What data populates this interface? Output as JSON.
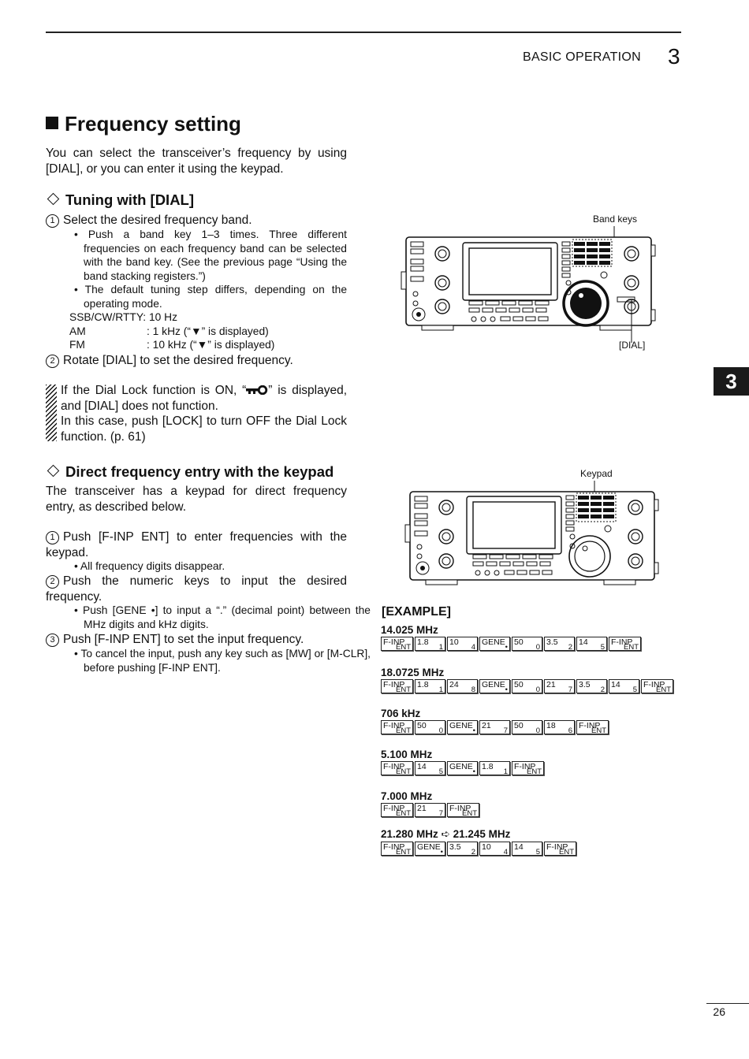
{
  "header": {
    "section_title": "BASIC OPERATION",
    "chapter_number": "3"
  },
  "side_tab": "3",
  "heading": "Frequency setting",
  "intro": "You can select the transceiver’s frequency by using [DIAL], or you can enter it using the keypad.",
  "tuning": {
    "title": "Tuning with [DIAL]",
    "step1": "Select the desired frequency band.",
    "step1_bullet1": "Push a band key 1–3 times. Three different frequencies on each frequency band can be selected with the band key. (See the previous page “Using the band stacking registers.”)",
    "step1_bullet2": "The default tuning step differs, depending on the operating mode.",
    "mode_rows": [
      {
        "mode": "SSB/CW/RTTY",
        "value": ": 10 Hz"
      },
      {
        "mode": "AM",
        "value": ": 1 kHz (“▼” is displayed)"
      },
      {
        "mode": "FM",
        "value": ": 10 kHz (“▼” is displayed)"
      }
    ],
    "step2": "Rotate [DIAL] to set the desired frequency.",
    "note_line1a": "If the Dial Lock function is ON, “",
    "note_line1b": "” is displayed, and [DIAL] does not function.",
    "note_line2": "In this case, push [LOCK] to turn OFF the Dial Lock function. (p. 61)"
  },
  "direct": {
    "title": "Direct frequency entry with the keypad",
    "intro": "The transceiver has a keypad for direct frequency entry, as described below.",
    "step1": "Push [F-INP ENT] to enter frequencies with the keypad.",
    "step1_bullet": "All frequency digits disappear.",
    "step2": "Push the numeric keys to input the desired frequency.",
    "step2_bullet": "Push [GENE •] to input a “.” (decimal point) between the MHz digits and kHz digits.",
    "step3": "Push [F-INP ENT] to set the input frequency.",
    "step3_bullet": "To cancel the input, push any key such as [MW] or [M-CLR], before pushing [F-INP ENT]."
  },
  "figure1": {
    "label_top": "Band keys",
    "label_bottom": "[DIAL]"
  },
  "figure2": {
    "label_top": "Keypad"
  },
  "example": {
    "title": "[EXAMPLE]",
    "items": [
      {
        "freq": "14.025 MHz",
        "keys": [
          [
            "F-INP",
            "ENT"
          ],
          [
            "1.8",
            "1"
          ],
          [
            "10",
            "4"
          ],
          [
            "GENE",
            "•"
          ],
          [
            "50",
            "0"
          ],
          [
            "3.5",
            "2"
          ],
          [
            "14",
            "5"
          ],
          [
            "F-INP",
            "ENT"
          ]
        ]
      },
      {
        "freq": "18.0725 MHz",
        "keys": [
          [
            "F-INP",
            "ENT"
          ],
          [
            "1.8",
            "1"
          ],
          [
            "24",
            "8"
          ],
          [
            "GENE",
            "•"
          ],
          [
            "50",
            "0"
          ],
          [
            "21",
            "7"
          ],
          [
            "3.5",
            "2"
          ],
          [
            "14",
            "5"
          ],
          [
            "F-INP",
            "ENT"
          ]
        ]
      },
      {
        "freq": "706 kHz",
        "keys": [
          [
            "F-INP",
            "ENT"
          ],
          [
            "50",
            "0"
          ],
          [
            "GENE",
            "•"
          ],
          [
            "21",
            "7"
          ],
          [
            "50",
            "0"
          ],
          [
            "18",
            "6"
          ],
          [
            "F-INP",
            "ENT"
          ]
        ]
      },
      {
        "freq": "5.100 MHz",
        "keys": [
          [
            "F-INP",
            "ENT"
          ],
          [
            "14",
            "5"
          ],
          [
            "GENE",
            "•"
          ],
          [
            "1.8",
            "1"
          ],
          [
            "F-INP",
            "ENT"
          ]
        ]
      },
      {
        "freq": "7.000 MHz",
        "keys": [
          [
            "F-INP",
            "ENT"
          ],
          [
            "21",
            "7"
          ],
          [
            "F-INP",
            "ENT"
          ]
        ]
      },
      {
        "freq": "21.280 MHz ➪ 21.245 MHz",
        "keys": [
          [
            "F-INP",
            "ENT"
          ],
          [
            "GENE",
            "•"
          ],
          [
            "3.5",
            "2"
          ],
          [
            "10",
            "4"
          ],
          [
            "14",
            "5"
          ],
          [
            "F-INP",
            "ENT"
          ]
        ]
      }
    ]
  },
  "page_number": "26"
}
